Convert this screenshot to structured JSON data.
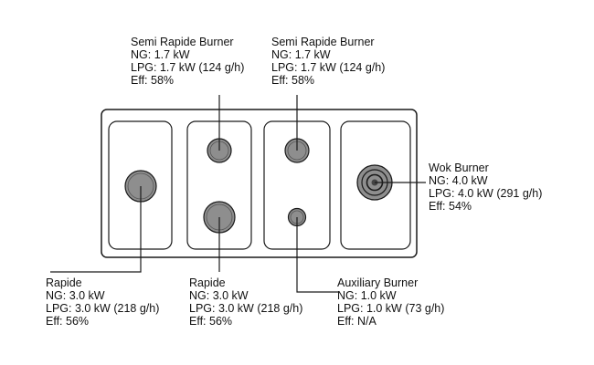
{
  "burners": {
    "semi_rapide_1": {
      "name": "Semi Rapide Burner",
      "ng": "NG: 1.7 kW",
      "lpg": "LPG: 1.7 kW (124 g/h)",
      "eff": "Eff: 58%"
    },
    "semi_rapide_2": {
      "name": "Semi Rapide Burner",
      "ng": "NG: 1.7 kW",
      "lpg": "LPG: 1.7 kW (124 g/h)",
      "eff": "Eff: 58%"
    },
    "wok": {
      "name": "Wok Burner",
      "ng": "NG: 4.0 kW",
      "lpg": "LPG: 4.0 kW (291 g/h)",
      "eff": "Eff: 54%"
    },
    "rapide_1": {
      "name": "Rapide",
      "ng": "NG: 3.0 kW",
      "lpg": "LPG: 3.0 kW (218 g/h)",
      "eff": "Eff: 56%"
    },
    "rapide_2": {
      "name": "Rapide",
      "ng": "NG: 3.0 kW",
      "lpg": "LPG: 3.0 kW (218 g/h)",
      "eff": "Eff: 56%"
    },
    "auxiliary": {
      "name": "Auxiliary Burner",
      "ng": "NG: 1.0 kW",
      "lpg": "LPG: 1.0 kW (73 g/h)",
      "eff": "Eff: N/A"
    }
  },
  "colors": {
    "burner_fill": "#8e8e8e",
    "outline": "#1a1a1a",
    "background": "#ffffff"
  }
}
